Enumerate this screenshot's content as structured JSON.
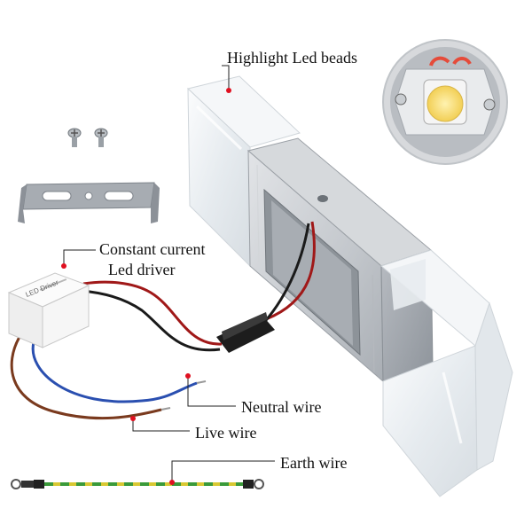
{
  "labels": {
    "led_beads": "Highlight Led beads",
    "driver_line1": "Constant current",
    "driver_line2": "Led driver",
    "neutral": "Neutral wire",
    "live": "Live wire",
    "earth": "Earth wire"
  },
  "driver_print": "LED Driver",
  "colors": {
    "marker": "#e01020",
    "aluminum": "#c9ccd0",
    "acrylic": "#eef1f4",
    "led_yellow": "#f6d86a",
    "wire_red": "#a01818",
    "wire_black": "#1a1a1a",
    "wire_blue": "#2a4fb0",
    "wire_brown": "#7a3a1e",
    "earth_yellow": "#d8c832",
    "earth_green": "#3a9a3a"
  }
}
